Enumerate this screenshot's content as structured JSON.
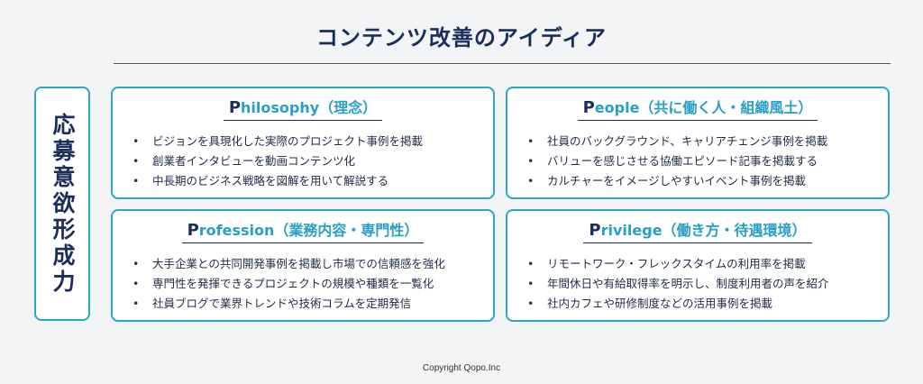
{
  "title": "コンテンツ改善のアイディア",
  "side_label": "応募意欲形成力",
  "cards": [
    {
      "cap": "P",
      "heading_rest": "hilosophy（理念）",
      "items": [
        "ビジョンを具現化した実際のプロジェクト事例を掲載",
        "創業者インタビューを動画コンテンツ化",
        "中長期のビジネス戦略を図解を用いて解説する"
      ]
    },
    {
      "cap": "P",
      "heading_rest": "eople（共に働く人・組織風土）",
      "items": [
        "社員のバックグラウンド、キャリアチェンジ事例を掲載",
        "バリューを感じさせる協働エピソード記事を掲載する",
        "カルチャーをイメージしやすいイベント事例を掲載"
      ]
    },
    {
      "cap": "P",
      "heading_rest": "rofession（業務内容・専門性）",
      "items": [
        "大手企業との共同開発事例を掲載し市場での信頼感を強化",
        "専門性を発揮できるプロジェクトの規模や種類を一覧化",
        "社員ブログで業界トレンドや技術コラムを定期発信"
      ]
    },
    {
      "cap": "P",
      "heading_rest": "rivilege（働き方・待遇環境）",
      "items": [
        "リモートワーク・フレックスタイムの利用率を掲載",
        "年間休日や有給取得率を明示し、制度利用者の声を紹介",
        "社内カフェや研修制度などの活用事例を掲載"
      ]
    }
  ],
  "bullet": "•",
  "footer": "Copyright Qopo.Inc",
  "colors": {
    "accent": "#2aa7c9",
    "navy": "#1b2d5b",
    "background": "#f3f4f6"
  }
}
